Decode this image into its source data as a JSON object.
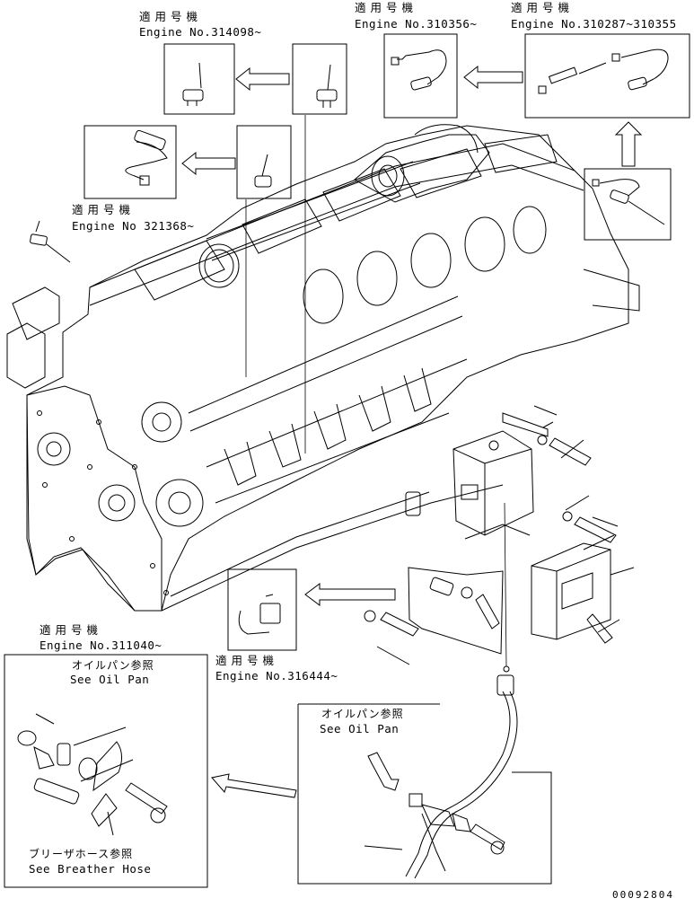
{
  "applicable_label_jp": "適用号機",
  "engine_labels": [
    {
      "id": "e314098",
      "text": "Engine No.314098~"
    },
    {
      "id": "e310356",
      "text": "Engine No.310356~"
    },
    {
      "id": "e310287",
      "text": "Engine No.310287~310355"
    },
    {
      "id": "e321368",
      "text": "Engine No 321368~"
    },
    {
      "id": "e311040",
      "text": "Engine No.311040~"
    },
    {
      "id": "e316444",
      "text": "Engine No.316444~"
    }
  ],
  "references": {
    "oil_pan_jp": "オイルパン参照",
    "oil_pan_en": "See Oil Pan",
    "breather_jp": "ブリーザホース参照",
    "breather_en": "See Breather Hose"
  },
  "drawing_number": "00092804"
}
